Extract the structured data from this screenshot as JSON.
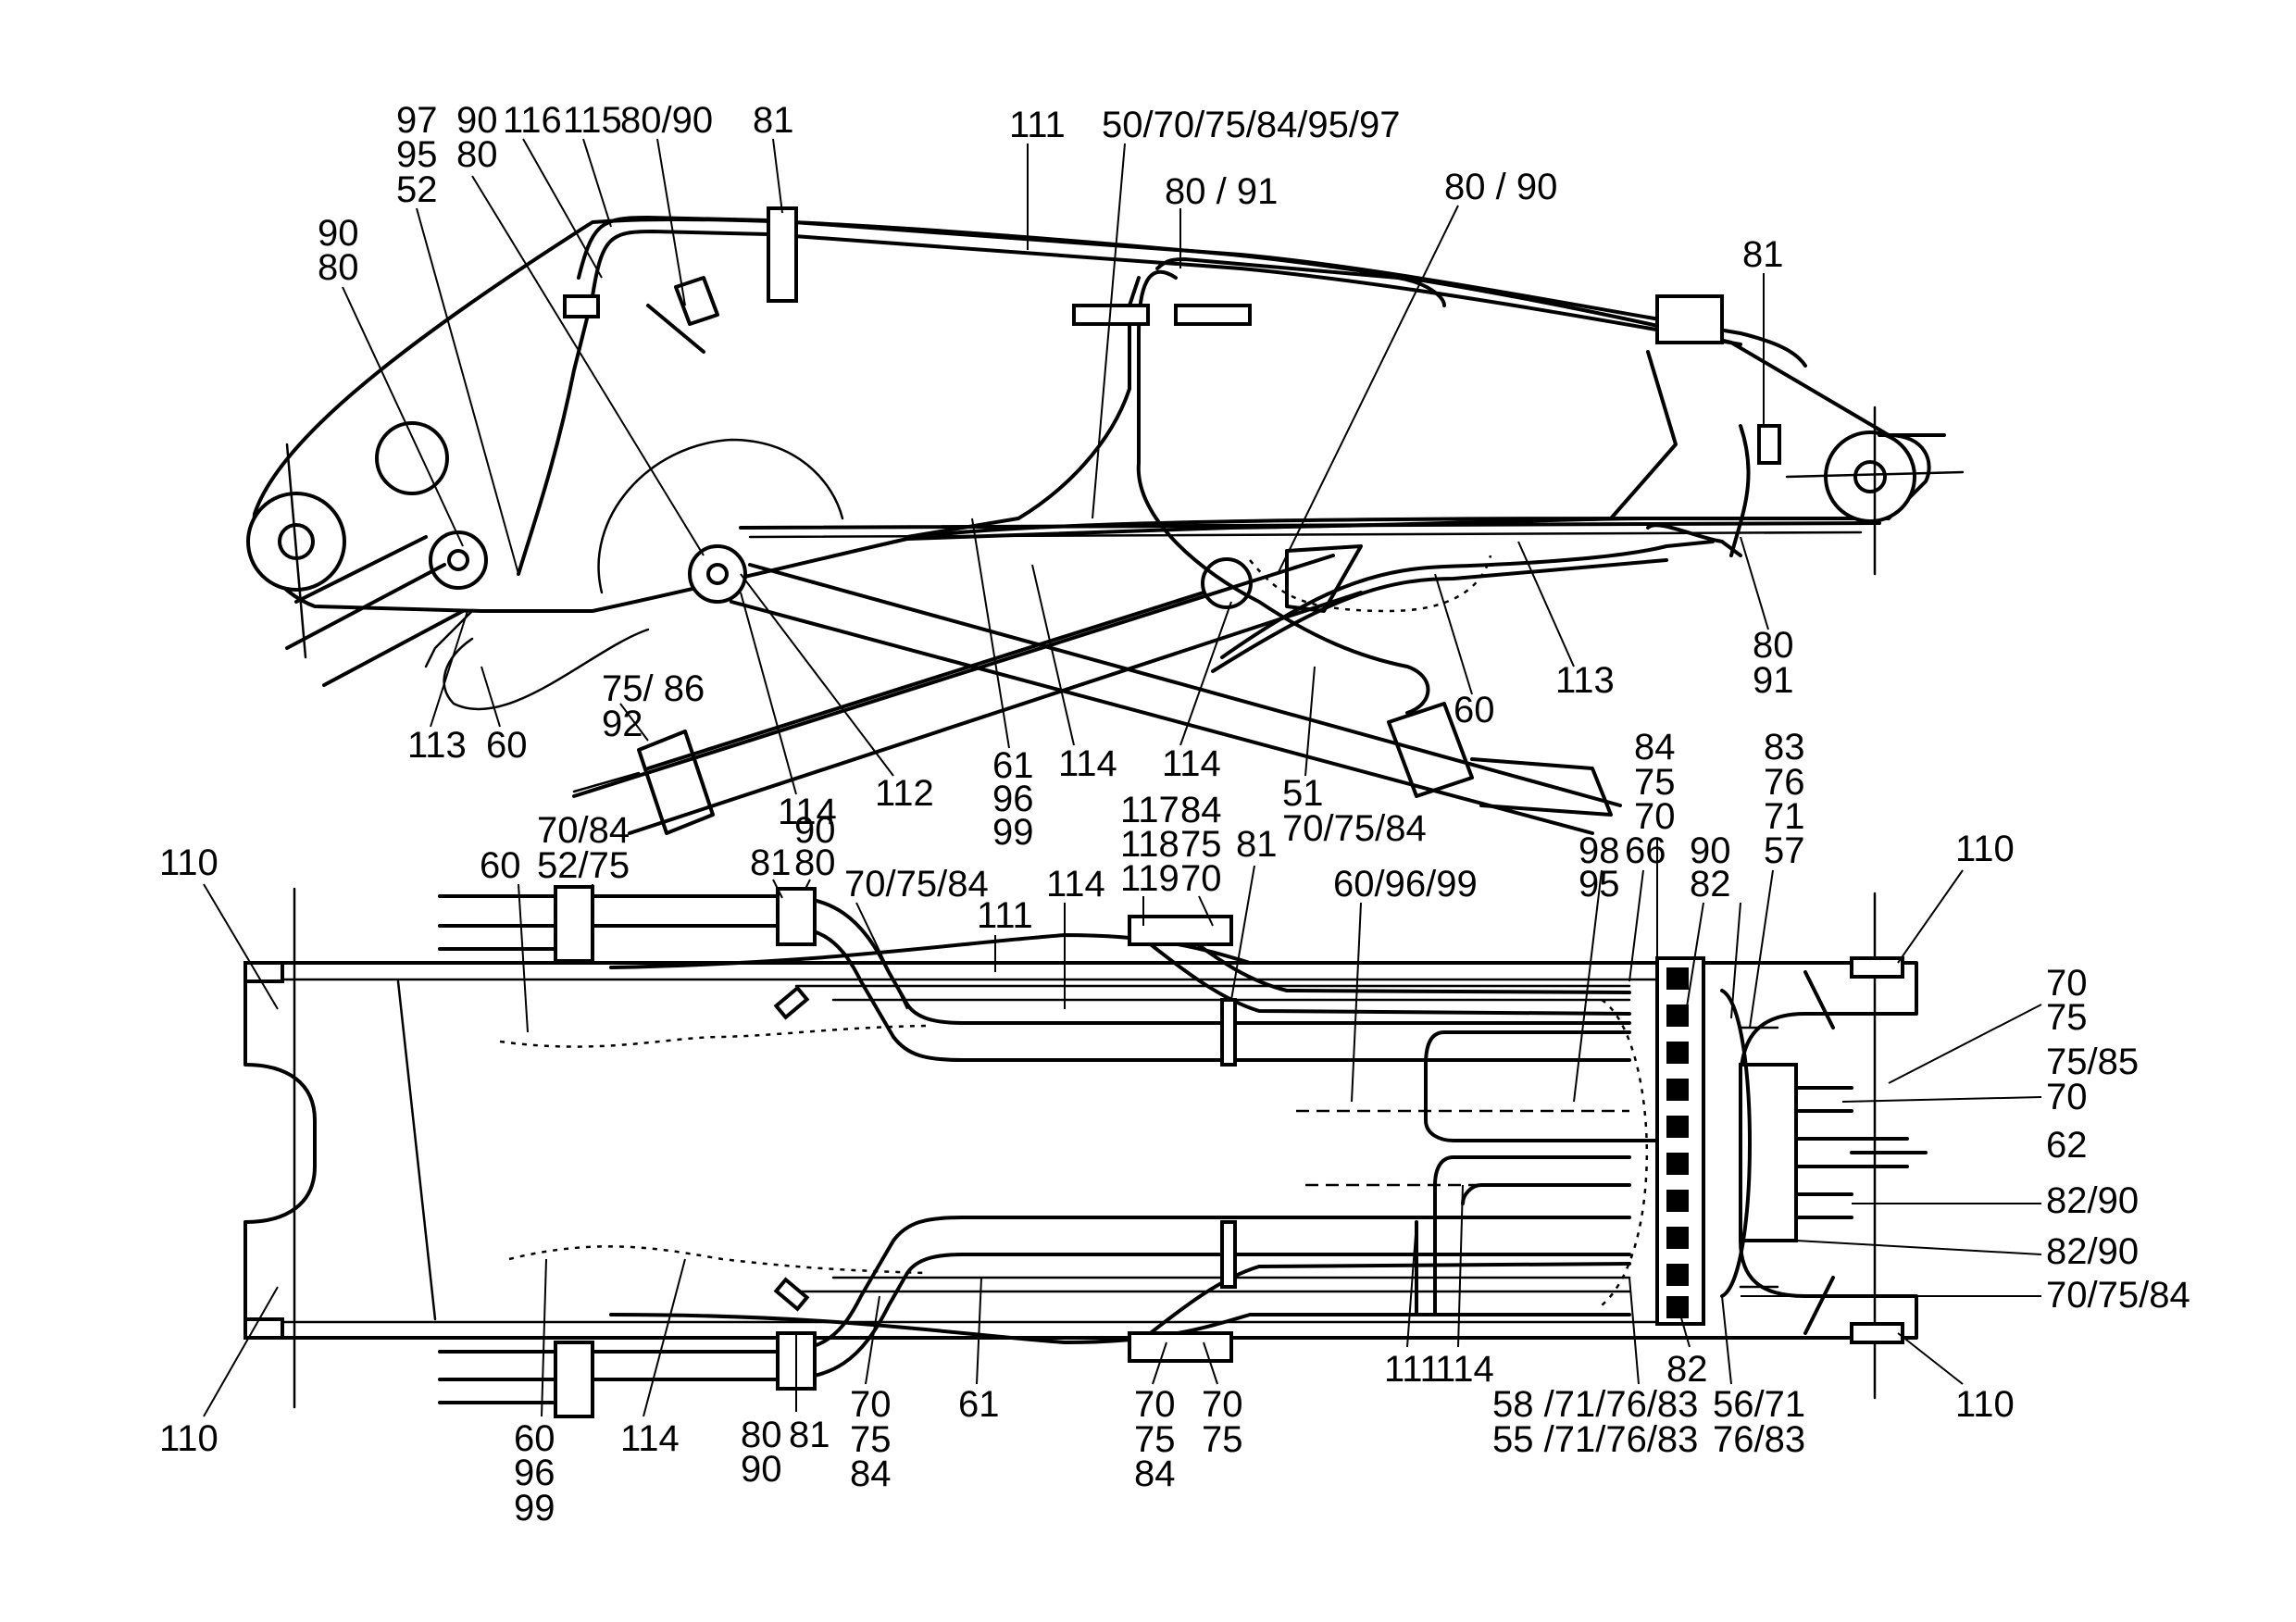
{
  "side_view": {
    "labels": {
      "l97": "97",
      "l90a": "90",
      "l116": "116",
      "l115": "115",
      "l80_90a": "80/90",
      "l81a": "81",
      "l111a": "111",
      "l50": "50/70/75/84/95/97",
      "l95": "95",
      "l80a": "80",
      "l52": "52",
      "l80_91": "80 / 91",
      "l80_90b": "80 / 90",
      "l90b": "90",
      "l80b": "80",
      "l81b": "81",
      "l80c": "80",
      "l91": "91",
      "l113a": "113",
      "l60a": "60",
      "l113b": "113",
      "l60b": "60",
      "l75_86": "75/ 86",
      "l92": "92",
      "l114a": "114",
      "l114b": "114",
      "l114c": "114",
      "l112": "112",
      "l61a": "61",
      "l96a": "96",
      "l99a": "99",
      "l51": "51",
      "l70_75_84a": "70/75/84"
    }
  },
  "top_view": {
    "labels": {
      "l110a": "110",
      "l70_84": "70/84",
      "l60c": "60",
      "l52_75": "52/75",
      "l81c": "81",
      "l90c": "90",
      "l80d": "80",
      "l70_75_84b": "70/75/84",
      "l114d": "114",
      "l111b": "111",
      "l117": "117",
      "l118": "118",
      "l119": "119",
      "l84a": "84",
      "l75a": "75",
      "l70a": "70",
      "l81d": "81",
      "l60_96_99": "60/96/99",
      "l84b": "84",
      "l75b": "75",
      "l70b": "70",
      "l98": "98",
      "l66": "66",
      "l95b": "95",
      "l90d": "90",
      "l82a": "82",
      "l83a": "83",
      "l76a": "76",
      "l71a": "71",
      "l57": "57",
      "l110b": "110",
      "l70c": "70",
      "l75c": "75",
      "l75_85": "75/85",
      "l70d": "70",
      "l62": "62",
      "l82_90a": "82/90",
      "l82_90b": "82/90",
      "l70_75_84c": "70/75/84",
      "l110c": "110",
      "l60d": "60",
      "l96b": "96",
      "l99b": "99",
      "l114e": "114",
      "l80e": "80",
      "l90e": "90",
      "l81e": "81",
      "l70e": "70",
      "l75d": "75",
      "l84c": "84",
      "l61b": "61",
      "l70f": "70",
      "l75e": "75",
      "l84d": "84",
      "l70g": "70",
      "l75f": "75",
      "l111c": "111",
      "l114f": "114",
      "l82b": "82",
      "l58": "58 /71/76/83",
      "l55": "55 /71/76/83",
      "l56": "56/71",
      "l76_83": "76/83",
      "l110d": "110"
    }
  }
}
